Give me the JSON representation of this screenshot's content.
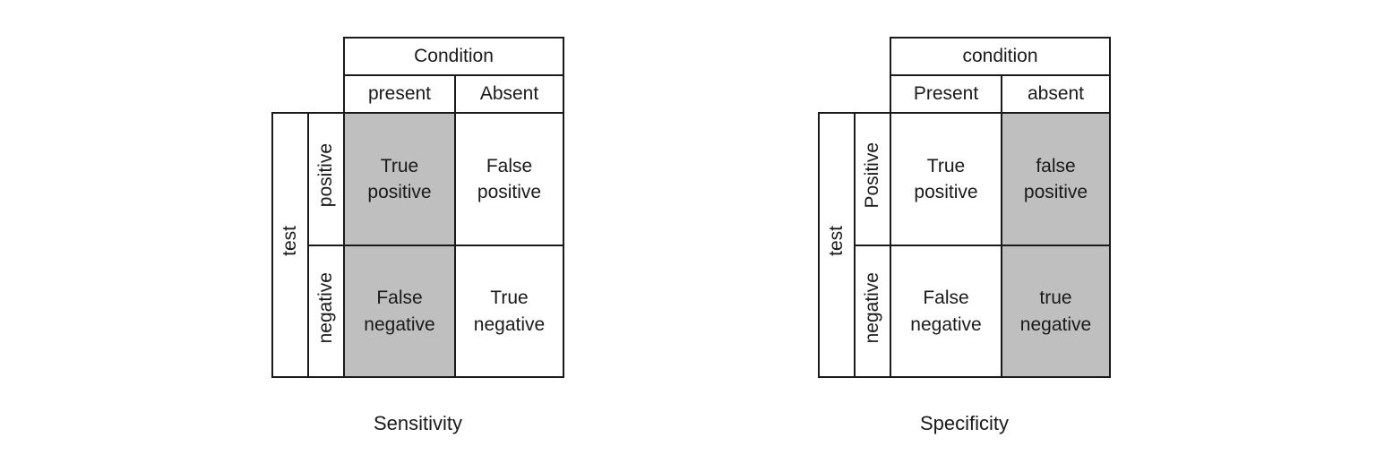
{
  "figure": {
    "background": "#ffffff",
    "highlight_color": "#bfbfbf",
    "border_color": "#1a1a1a",
    "text_color": "#1a1a1a"
  },
  "tables": [
    {
      "name": "sensitivity",
      "caption": "Sensitivity",
      "column_group_label": "Condition",
      "column_labels": [
        "present",
        "Absent"
      ],
      "row_group_label": "test",
      "row_labels": [
        "positive",
        "negative"
      ],
      "cells": [
        [
          "True\npositive",
          "False\npositive"
        ],
        [
          "False\nnegative",
          "True\nnegative"
        ]
      ],
      "highlighted_column_index": 0
    },
    {
      "name": "specificity",
      "caption": "Specificity",
      "column_group_label": "condition",
      "column_labels": [
        "Present",
        "absent"
      ],
      "row_group_label": "test",
      "row_labels": [
        "Positive",
        "negative"
      ],
      "cells": [
        [
          "True\npositive",
          "false\npositive"
        ],
        [
          "False\nnegative",
          "true\nnegative"
        ]
      ],
      "highlighted_column_index": 1
    }
  ]
}
